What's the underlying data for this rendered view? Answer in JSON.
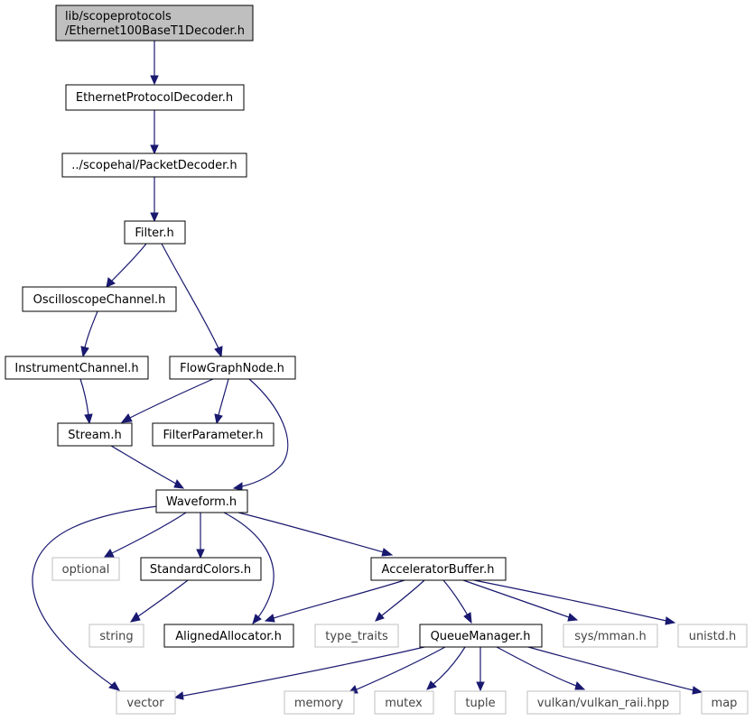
{
  "colors": {
    "edge": "#191970",
    "root_fill": "#bfbfbf",
    "external_border": "#bfbfbf",
    "box_border": "#000000"
  },
  "nodes": {
    "root": {
      "lines": [
        "lib/scopeprotocols",
        "/Ethernet100BaseT1Decoder.h"
      ]
    },
    "ethernet_protocol_decoder": {
      "label": "EthernetProtocolDecoder.h"
    },
    "packet_decoder": {
      "label": "../scopehal/PacketDecoder.h"
    },
    "filter": {
      "label": "Filter.h"
    },
    "oscilloscope_channel": {
      "label": "OscilloscopeChannel.h"
    },
    "instrument_channel": {
      "label": "InstrumentChannel.h"
    },
    "flow_graph_node": {
      "label": "FlowGraphNode.h"
    },
    "stream": {
      "label": "Stream.h"
    },
    "filter_parameter": {
      "label": "FilterParameter.h"
    },
    "waveform": {
      "label": "Waveform.h"
    },
    "optional": {
      "label": "optional"
    },
    "standard_colors": {
      "label": "StandardColors.h"
    },
    "accelerator_buffer": {
      "label": "AcceleratorBuffer.h"
    },
    "string": {
      "label": "string"
    },
    "aligned_allocator": {
      "label": "AlignedAllocator.h"
    },
    "type_traits": {
      "label": "type_traits"
    },
    "queue_manager": {
      "label": "QueueManager.h"
    },
    "sys_mman": {
      "label": "sys/mman.h"
    },
    "unistd": {
      "label": "unistd.h"
    },
    "vector": {
      "label": "vector"
    },
    "memory": {
      "label": "memory"
    },
    "mutex": {
      "label": "mutex"
    },
    "tuple": {
      "label": "tuple"
    },
    "vulkan_raii": {
      "label": "vulkan/vulkan_raii.hpp"
    },
    "map": {
      "label": "map"
    }
  },
  "edges": [
    {
      "from": "root",
      "to": "ethernet_protocol_decoder"
    },
    {
      "from": "ethernet_protocol_decoder",
      "to": "packet_decoder"
    },
    {
      "from": "packet_decoder",
      "to": "filter"
    },
    {
      "from": "filter",
      "to": "oscilloscope_channel"
    },
    {
      "from": "filter",
      "to": "flow_graph_node"
    },
    {
      "from": "oscilloscope_channel",
      "to": "instrument_channel"
    },
    {
      "from": "instrument_channel",
      "to": "stream"
    },
    {
      "from": "flow_graph_node",
      "to": "stream"
    },
    {
      "from": "flow_graph_node",
      "to": "filter_parameter"
    },
    {
      "from": "flow_graph_node",
      "to": "waveform"
    },
    {
      "from": "stream",
      "to": "waveform"
    },
    {
      "from": "waveform",
      "to": "vector"
    },
    {
      "from": "waveform",
      "to": "optional"
    },
    {
      "from": "waveform",
      "to": "standard_colors"
    },
    {
      "from": "waveform",
      "to": "aligned_allocator"
    },
    {
      "from": "waveform",
      "to": "accelerator_buffer"
    },
    {
      "from": "standard_colors",
      "to": "string"
    },
    {
      "from": "accelerator_buffer",
      "to": "aligned_allocator"
    },
    {
      "from": "accelerator_buffer",
      "to": "type_traits"
    },
    {
      "from": "accelerator_buffer",
      "to": "queue_manager"
    },
    {
      "from": "accelerator_buffer",
      "to": "sys_mman"
    },
    {
      "from": "accelerator_buffer",
      "to": "unistd"
    },
    {
      "from": "queue_manager",
      "to": "vector"
    },
    {
      "from": "queue_manager",
      "to": "memory"
    },
    {
      "from": "queue_manager",
      "to": "mutex"
    },
    {
      "from": "queue_manager",
      "to": "tuple"
    },
    {
      "from": "queue_manager",
      "to": "vulkan_raii"
    },
    {
      "from": "queue_manager",
      "to": "map"
    }
  ]
}
